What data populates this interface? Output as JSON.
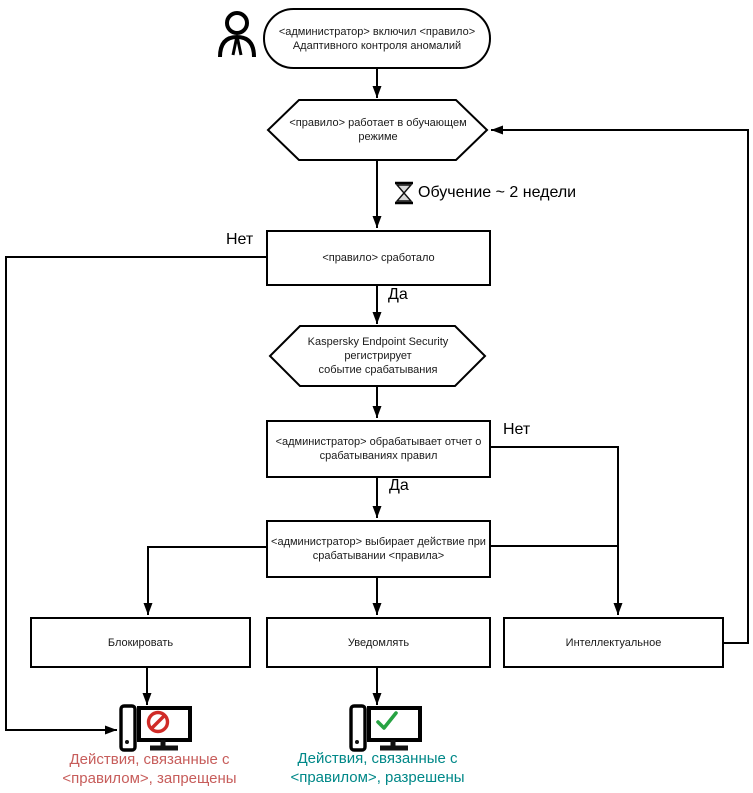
{
  "diagram_title": "Adaptive Anomaly Control rule workflow",
  "nodes": {
    "start": {
      "icon": "user-icon",
      "lines": [
        "<администратор> включил <правило>",
        "Адаптивного контроля аномалий"
      ]
    },
    "learning_mode": {
      "lines": [
        "<правило> работает в обучающем",
        "режиме"
      ]
    },
    "training": {
      "icon": "hourglass-icon",
      "label": "Обучение ~ 2 недели"
    },
    "rule_triggered": {
      "lines": [
        "<правило> сработало"
      ]
    },
    "kes_registers": {
      "lines": [
        "Kaspersky Endpoint Security регистрирует",
        "событие срабатывания"
      ]
    },
    "admin_report": {
      "lines": [
        "<администратор> обрабатывает отчет о",
        "срабатываниях правил"
      ]
    },
    "admin_action": {
      "lines": [
        "<администратор> выбирает действие при",
        "срабатывании <правила>"
      ]
    },
    "action_block": {
      "label": "Блокировать"
    },
    "action_notify": {
      "label": "Уведомлять"
    },
    "action_smart": {
      "label": "Интеллектуальное"
    },
    "result_denied": {
      "icon": "computer-blocked-icon",
      "lines": [
        "Действия, связанные с",
        "<правилом>, запрещены"
      ]
    },
    "result_allowed": {
      "icon": "computer-allowed-icon",
      "lines": [
        "Действия, связанные с",
        "<правилом>, разрешены"
      ]
    }
  },
  "edge_labels": {
    "triggered_no": "Нет",
    "triggered_yes": "Да",
    "report_no": "Нет",
    "report_yes": "Да"
  },
  "colors": {
    "line": "#000000",
    "denied_text": "#c75d5b",
    "allowed_text": "#008888",
    "prohibition": "#d02b27",
    "check": "#27a343"
  }
}
